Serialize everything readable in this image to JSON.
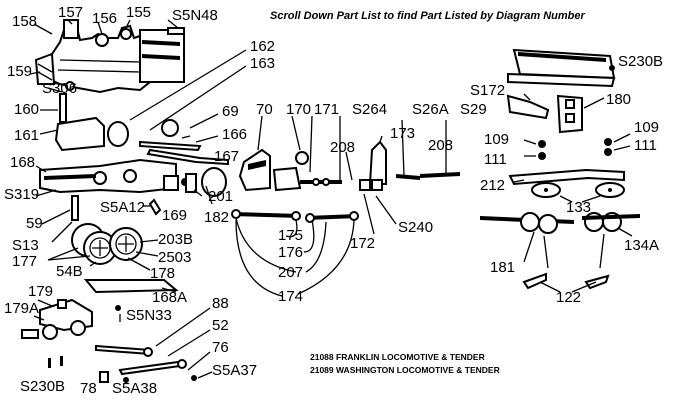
{
  "header": "Scroll Down Part List to find Part Listed by Diagram Number",
  "captions": [
    "21088 FRANKLIN LOCOMOTIVE & TENDER",
    "21089 WASHINGTON LOCOMOTIVE & TENDER"
  ],
  "labels": {
    "p158": "158",
    "p157": "157",
    "p156": "156",
    "p155": "155",
    "pS5N48": "S5N48",
    "p162": "162",
    "p163": "163",
    "p159": "159",
    "pS306": "S306",
    "p160": "160",
    "p161": "161",
    "p69": "69",
    "p166": "166",
    "p167": "167",
    "p168": "168",
    "pS319": "S319",
    "p59": "59",
    "pS5A12": "S5A12",
    "p169": "169",
    "p201": "201",
    "p182": "182",
    "pS13": "S13",
    "p177": "177",
    "p203B": "203B",
    "p2503": "2503",
    "p54B": "54B",
    "p178": "178",
    "p168A": "168A",
    "p179": "179",
    "p179A": "179A",
    "pS5N33": "S5N33",
    "p88": "88",
    "p52": "52",
    "p76": "76",
    "pS5A37": "S5A37",
    "pS230B_l": "S230B",
    "p78": "78",
    "pS5A38": "S5A38",
    "p70": "70",
    "p170": "170",
    "p171": "171",
    "pS264": "S264",
    "pS26A": "S26A",
    "pS29": "S29",
    "p173": "173",
    "p208a": "208",
    "p208b": "208",
    "pS240": "S240",
    "p172": "172",
    "p175": "175",
    "p176": "176",
    "p207": "207",
    "p174": "174",
    "pS230B_r": "S230B",
    "pS172": "S172",
    "p180": "180",
    "p109a": "109",
    "p109b": "109",
    "p111a": "111",
    "p111b": "111",
    "p212": "212",
    "p133": "133",
    "p134A": "134A",
    "p181": "181",
    "p122": "122"
  }
}
